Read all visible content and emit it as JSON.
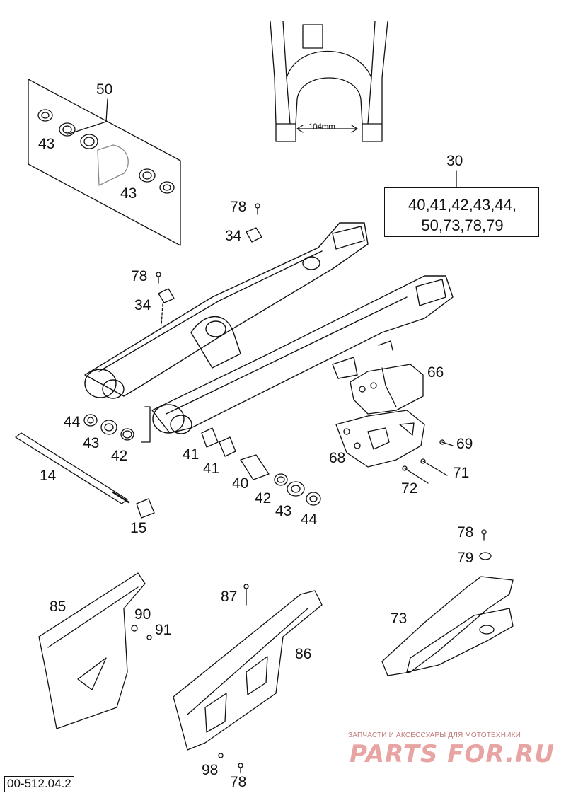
{
  "diagram_code": "00-512.04.2",
  "dimension_label": "104mm",
  "kit": {
    "callout": "30",
    "line1": "40,41,42,43,44,",
    "line2": "50,73,78,79"
  },
  "callouts": {
    "c50": "50",
    "c43a": "43",
    "c43b": "43",
    "c78a": "78",
    "c34a": "34",
    "c78b": "78",
    "c34b": "34",
    "c66": "66",
    "c44a": "44",
    "c43c": "43",
    "c42a": "42",
    "c14": "14",
    "c41a": "41",
    "c41b": "41",
    "c40": "40",
    "c42b": "42",
    "c43d": "43",
    "c44b": "44",
    "c15": "15",
    "c68": "68",
    "c69": "69",
    "c71": "71",
    "c72": "72",
    "c78c": "78",
    "c79": "79",
    "c73": "73",
    "c85": "85",
    "c90": "90",
    "c91": "91",
    "c87": "87",
    "c86": "86",
    "c98": "98",
    "c78d": "78"
  },
  "watermark": {
    "tagline": "ЗАПЧАСТИ И АКСЕССУАРЫ ДЛЯ МОТОТЕХНИКИ",
    "brand": "PARTS FOR.RU"
  }
}
